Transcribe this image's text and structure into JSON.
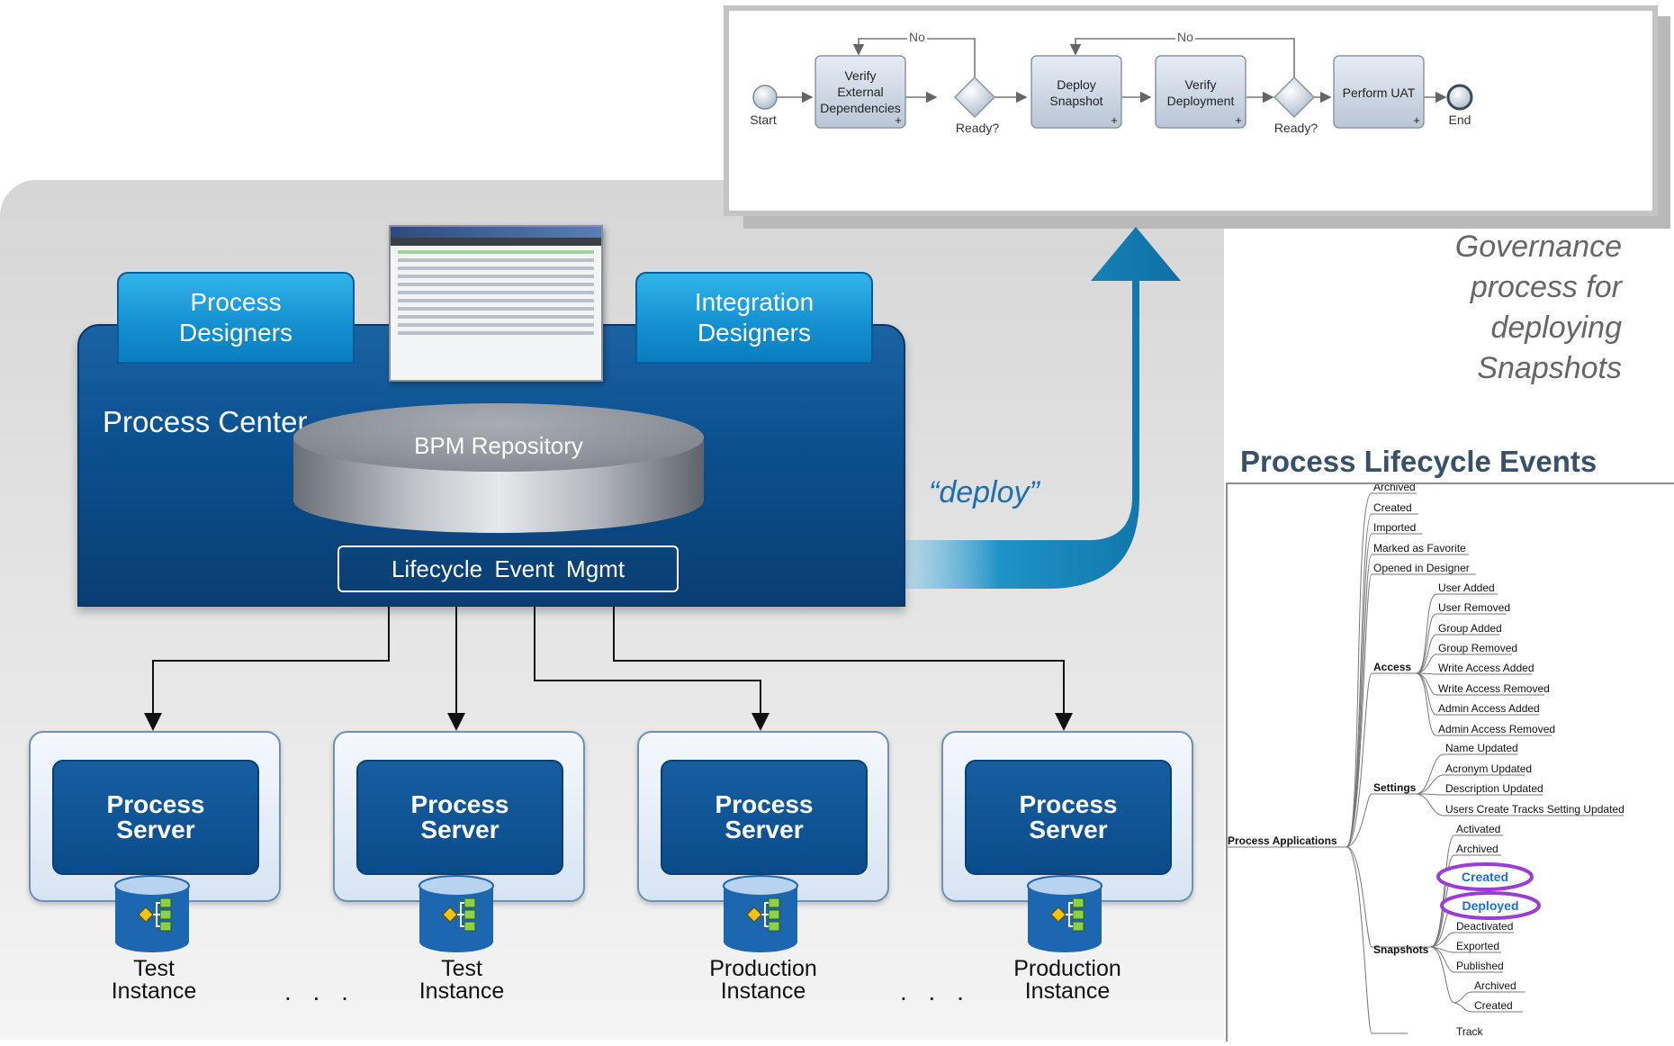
{
  "governance_process": {
    "nodes": {
      "start": "Start",
      "verify_external": [
        "Verify",
        "External",
        "Dependencies"
      ],
      "ready1": "Ready?",
      "deploy_snapshot": [
        "Deploy",
        "Snapshot"
      ],
      "verify_deployment": [
        "Verify",
        "Deployment"
      ],
      "ready2": "Ready?",
      "perform_uat": "Perform UAT",
      "end": "End"
    },
    "loop_label_1": "No",
    "loop_label_2": "No",
    "subprocess_marker": "+"
  },
  "governance_caption": [
    "Governance",
    "process for",
    "deploying",
    "Snapshots"
  ],
  "process_center": {
    "title": "Process Center",
    "tab_process_designers": [
      "Process",
      "Designers"
    ],
    "tab_integration_designers": [
      "Integration",
      "Designers"
    ],
    "repository": "BPM Repository",
    "lifecycle_mgmt": "Lifecycle  Event  Mgmt"
  },
  "deploy_label": "“deploy”",
  "servers": [
    {
      "label": [
        "Process",
        "Server"
      ],
      "instance": [
        "Test",
        "Instance"
      ]
    },
    {
      "label": [
        "Process",
        "Server"
      ],
      "instance": [
        "Test",
        "Instance"
      ]
    },
    {
      "label": [
        "Process",
        "Server"
      ],
      "instance": [
        "Production",
        "Instance"
      ]
    },
    {
      "label": [
        "Process",
        "Server"
      ],
      "instance": [
        "Production",
        "Instance"
      ]
    }
  ],
  "ellipsis": ". . .",
  "lifecycle_events": {
    "title": "Process Lifecycle Events",
    "root": "Process Applications",
    "top_items": [
      "Archived",
      "Created",
      "Imported",
      "Marked as Favorite",
      "Opened in Designer"
    ],
    "access": {
      "label": "Access",
      "items": [
        "User Added",
        "User Removed",
        "Group Added",
        "Group Removed",
        "Write Access Added",
        "Write Access Removed",
        "Admin Access Added",
        "Admin Access Removed"
      ]
    },
    "settings": {
      "label": "Settings",
      "items": [
        "Name Updated",
        "Acronym Updated",
        "Description Updated",
        "Users Create Tracks Setting Updated"
      ]
    },
    "snapshots": {
      "label": "Snapshots",
      "items": [
        "Activated",
        "Archived",
        "Created",
        "Deployed",
        "Deactivated",
        "Exported",
        "Published"
      ],
      "highlighted": [
        "Created",
        "Deployed"
      ]
    },
    "track": {
      "label": "Track",
      "items": [
        "Archived",
        "Created"
      ]
    }
  },
  "colors": {
    "pc_blue": "#0b4f8e",
    "tab_blue": "#138fcf",
    "arrow_blue": "#1783b8",
    "highlight_purple": "#9b3cd6",
    "highlight_text": "#1a6fd0"
  }
}
